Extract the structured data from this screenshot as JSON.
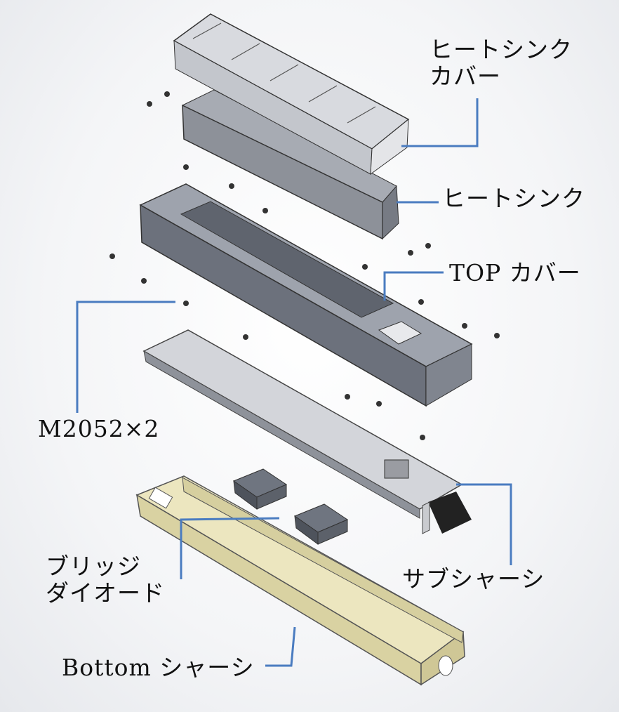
{
  "labels": {
    "heatsink_cover": [
      "ヒートシンク",
      "カバー"
    ],
    "heatsink": "ヒートシンク",
    "top_cover": "TOP カバー",
    "m2052": "M2052×2",
    "bridge_diode": [
      "ブリッジ",
      "ダイオード"
    ],
    "sub_chassis": "サブシャーシ",
    "bottom_chassis": "Bottom シャーシ"
  },
  "colors": {
    "leader": "#4a7cc0",
    "metal": "#a9adb6",
    "bottom_chassis": "#e8e2b8"
  }
}
